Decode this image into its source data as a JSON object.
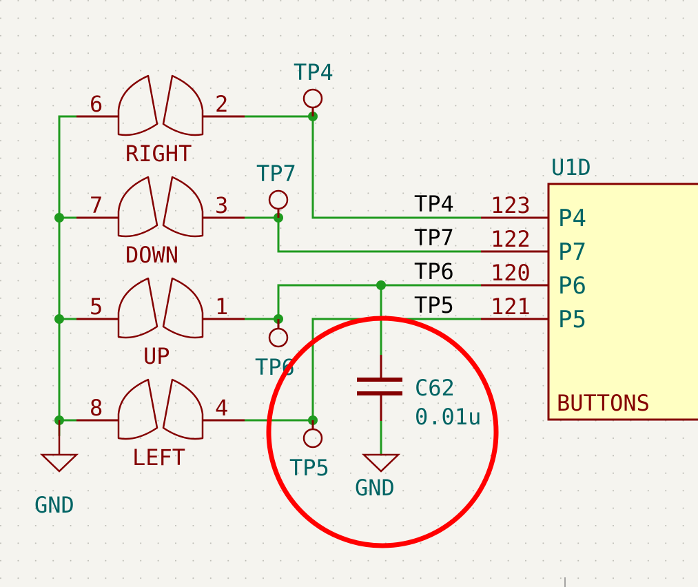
{
  "colors": {
    "background": "#f5f4ef",
    "wire": "#1f9a1f",
    "symbol": "#840000",
    "reference_text": "#006464",
    "net_label": "#000000",
    "ic_fill": "#ffffc2",
    "highlight": "#ff0000"
  },
  "switches": [
    {
      "label": "RIGHT",
      "pin_left": "6",
      "pin_right": "2"
    },
    {
      "label": "DOWN",
      "pin_left": "7",
      "pin_right": "3"
    },
    {
      "label": "UP",
      "pin_left": "5",
      "pin_right": "1"
    },
    {
      "label": "LEFT",
      "pin_left": "8",
      "pin_right": "4"
    }
  ],
  "test_points": {
    "tp4": "TP4",
    "tp7": "TP7",
    "tp6": "TP6",
    "tp5": "TP5"
  },
  "nets": [
    {
      "name": "TP4",
      "pin": "123"
    },
    {
      "name": "TP7",
      "pin": "122"
    },
    {
      "name": "TP6",
      "pin": "120"
    },
    {
      "name": "TP5",
      "pin": "121"
    }
  ],
  "ic": {
    "reference": "U1D",
    "ports": [
      "P4",
      "P7",
      "P6",
      "P5"
    ],
    "unit_name": "BUTTONS"
  },
  "capacitor": {
    "reference": "C62",
    "value": "0.01u"
  },
  "ground": {
    "left_label": "GND",
    "cap_label": "GND"
  }
}
